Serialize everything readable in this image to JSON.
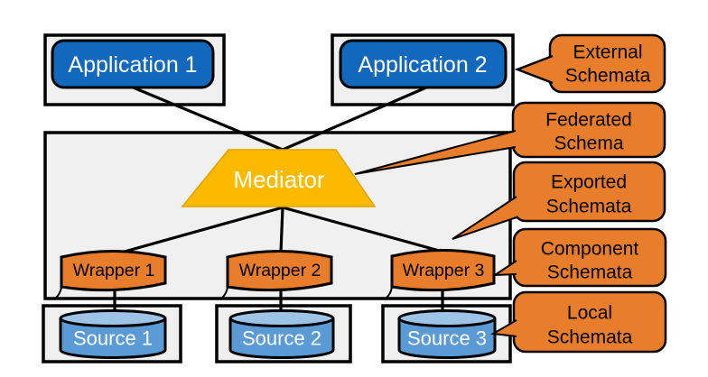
{
  "diagram": {
    "applications": [
      {
        "label": "Application 1"
      },
      {
        "label": "Application 2"
      }
    ],
    "mediator": {
      "label": "Mediator"
    },
    "wrappers": [
      {
        "label": "Wrapper 1"
      },
      {
        "label": "Wrapper 2"
      },
      {
        "label": "Wrapper 3"
      }
    ],
    "sources": [
      {
        "label": "Source 1"
      },
      {
        "label": "Source 2"
      },
      {
        "label": "Source 3"
      }
    ],
    "callouts": [
      {
        "line1": "External",
        "line2": "Schemata"
      },
      {
        "line1": "Federated",
        "line2": "Schema"
      },
      {
        "line1": "Exported",
        "line2": "Schemata"
      },
      {
        "line1": "Component",
        "line2": "Schemata"
      },
      {
        "line1": "Local",
        "line2": "Schemata"
      }
    ],
    "colors": {
      "application_fill": "#1168BD",
      "mediator_fill": "#FBBA00",
      "mediator_stroke": "#E0A300",
      "wrapper_fill": "#E87D2B",
      "callout_fill": "#E87D2B",
      "source_body_fill": "#5B9BD5",
      "source_top_fill": "#9DC3E6",
      "panel_fill": "#F0F0F0",
      "outline": "#000000"
    }
  }
}
